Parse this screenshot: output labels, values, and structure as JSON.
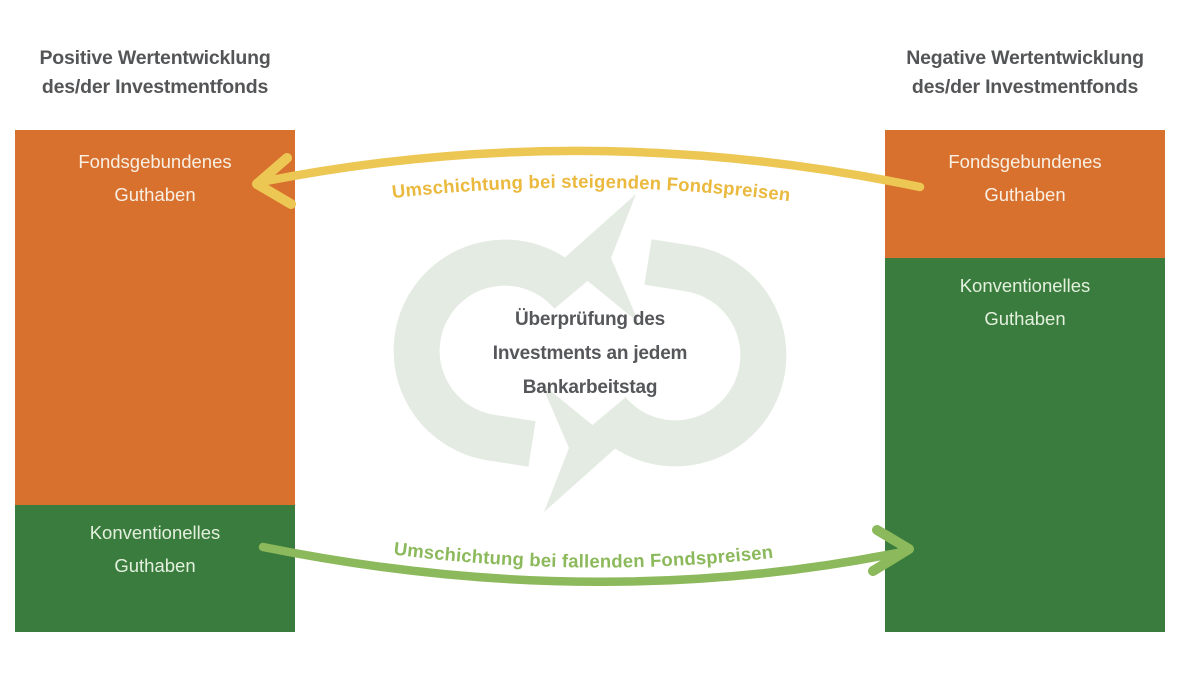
{
  "left_column": {
    "header_line1": "Positive Wertentwicklung",
    "header_line2": "des/der Investmentfonds",
    "segments": [
      {
        "label_line1": "Fondsgebundenes",
        "label_line2": "Guthaben",
        "color": "#d8702e",
        "size": "large"
      },
      {
        "label_line1": "Konventionelles",
        "label_line2": "Guthaben",
        "color": "#3a7c3d",
        "size": "small"
      }
    ]
  },
  "right_column": {
    "header_line1": "Negative Wertentwicklung",
    "header_line2": "des/der Investmentfonds",
    "segments": [
      {
        "label_line1": "Fondsgebundenes",
        "label_line2": "Guthaben",
        "color": "#d8702e",
        "size": "small"
      },
      {
        "label_line1": "Konventionelles",
        "label_line2": "Guthaben",
        "color": "#3a7c3d",
        "size": "large"
      }
    ]
  },
  "center": {
    "icon": "cycle-arrows-icon",
    "icon_color": "#e4ebe2",
    "line1": "Überprüfung des",
    "line2": "Investments an jedem",
    "line3": "Bankarbeitstag"
  },
  "arrows": {
    "top": {
      "label": "Umschichtung bei steigenden Fondspreisen",
      "color": "#edc753",
      "direction": "right-to-left"
    },
    "bottom": {
      "label": "Umschichtung bei fallenden Fondspreisen",
      "color": "#8cb95b",
      "direction": "left-to-right"
    }
  }
}
